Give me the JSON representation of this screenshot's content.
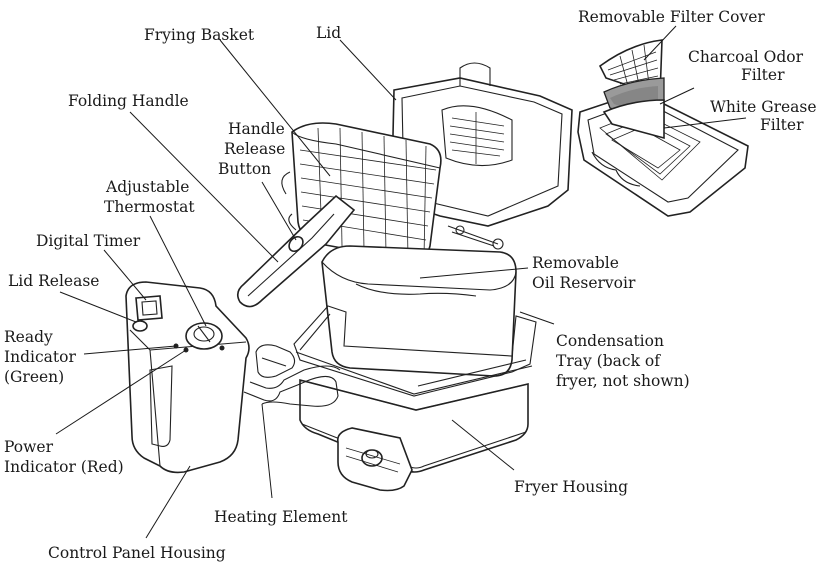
{
  "labels": {
    "removable_filter_cover": "Removable Filter Cover",
    "charcoal_odor_filter_1": "Charcoal Odor",
    "charcoal_odor_filter_2": "Filter",
    "white_grease_filter_1": "White Grease",
    "white_grease_filter_2": "Filter",
    "frying_basket": "Frying Basket",
    "lid": "Lid",
    "folding_handle": "Folding Handle",
    "handle_release_button_1": "Handle",
    "handle_release_button_2": "Release",
    "handle_release_button_3": "Button",
    "adjustable_thermostat_1": "Adjustable",
    "adjustable_thermostat_2": "Thermostat",
    "digital_timer": "Digital Timer",
    "lid_release": "Lid Release",
    "removable_oil_reservoir_1": "Removable",
    "removable_oil_reservoir_2": "Oil Reservoir",
    "ready_indicator_1": "Ready",
    "ready_indicator_2": "Indicator",
    "ready_indicator_3": "(Green)",
    "condensation_tray_1": "Condensation",
    "condensation_tray_2": "Tray (back of",
    "condensation_tray_3": "fryer, not shown)",
    "power_indicator_1": "Power",
    "power_indicator_2": "Indicator (Red)",
    "fryer_housing": "Fryer Housing",
    "heating_element": "Heating Element",
    "control_panel_housing": "Control Panel Housing"
  }
}
